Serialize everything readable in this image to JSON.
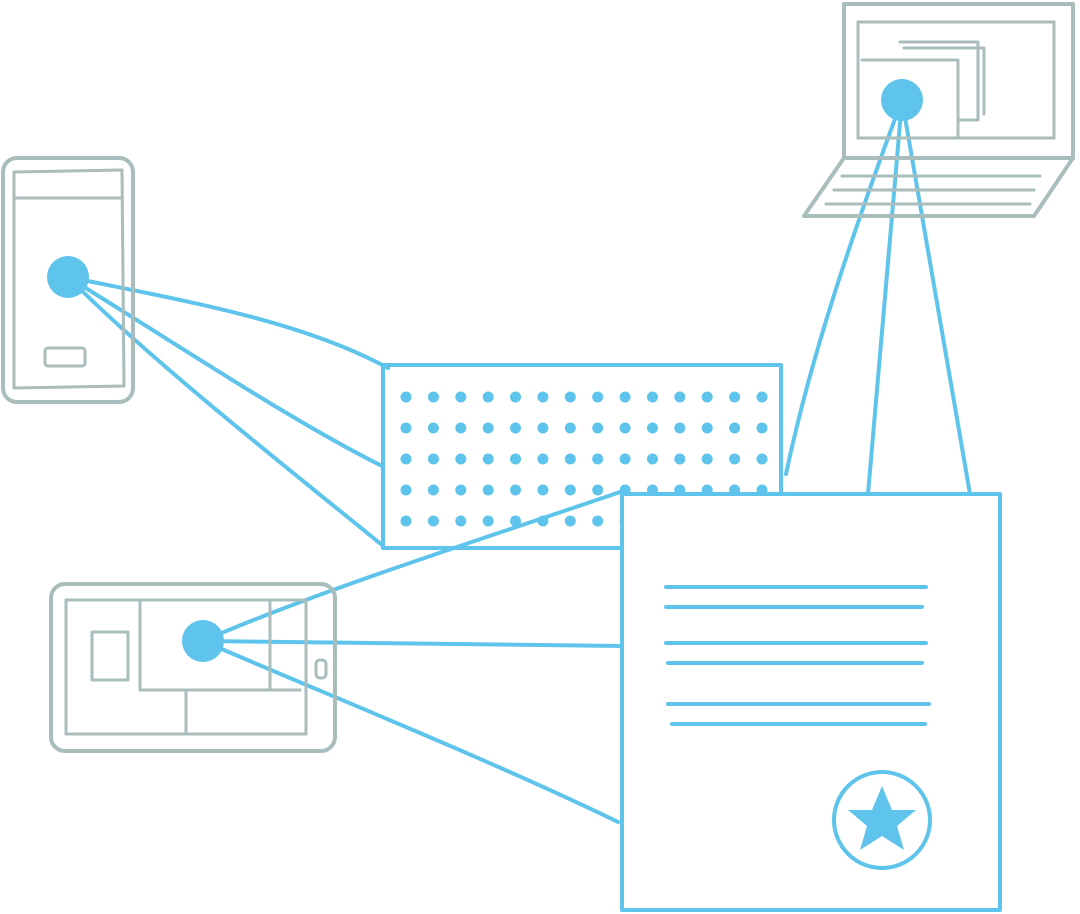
{
  "diagram": {
    "accent_color": "#5ec4ec",
    "device_outline_color": "#a9bdbc",
    "background_color": "#ffffff",
    "nodes": [
      {
        "id": "phone",
        "icon": "smartphone-icon"
      },
      {
        "id": "tablet",
        "icon": "tablet-icon"
      },
      {
        "id": "laptop",
        "icon": "laptop-icon"
      },
      {
        "id": "server",
        "icon": "server-grid-icon",
        "dot_rows": 5,
        "dot_cols": 14
      },
      {
        "id": "document",
        "icon": "certificate-document-icon",
        "text_lines": 6,
        "badge": "star-badge-icon"
      }
    ],
    "connections": [
      {
        "from": "phone",
        "to": "server"
      },
      {
        "from": "tablet",
        "to": "server"
      },
      {
        "from": "tablet",
        "to": "document"
      },
      {
        "from": "laptop",
        "to": "server"
      },
      {
        "from": "laptop",
        "to": "document"
      }
    ]
  }
}
